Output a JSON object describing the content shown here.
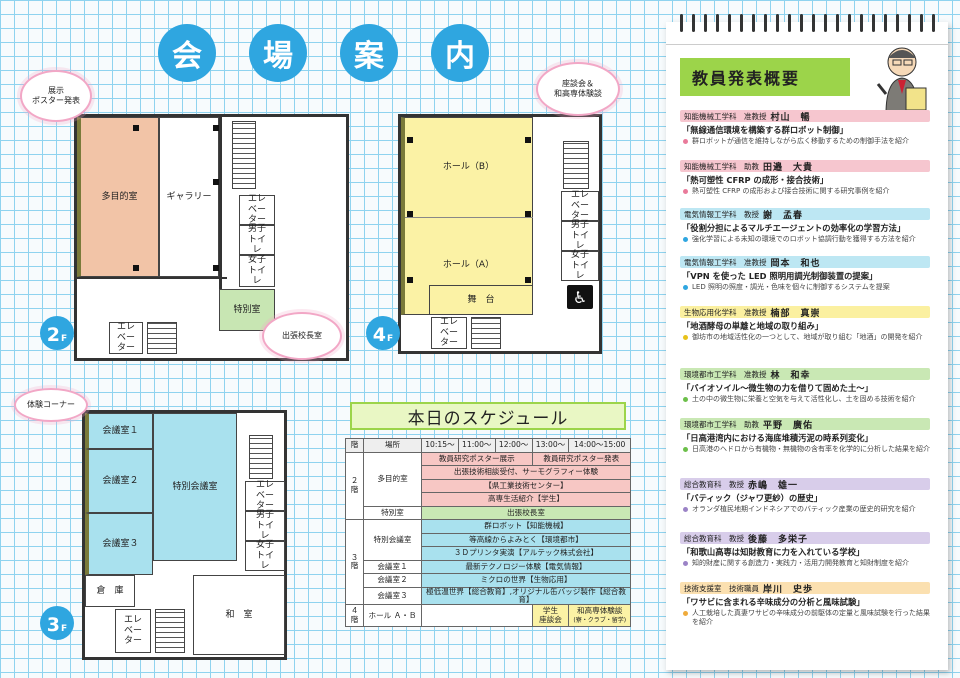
{
  "title_chars": [
    "会",
    "場",
    "案",
    "内"
  ],
  "floor2": {
    "badge_num": "2",
    "badge_suffix": "F",
    "cloud_left": "展示\nポスター発表",
    "cloud_right": "出張校長室",
    "rooms": {
      "tamokuteki": "多目的室",
      "gallery": "ギャラリー",
      "elevator": "エレベーター",
      "men_toilet": "男子トイレ",
      "women_toilet": "女子トイレ",
      "special": "特別室",
      "elevator2": "エレベーター"
    }
  },
  "floor4": {
    "badge_num": "4",
    "badge_suffix": "F",
    "cloud": "座談会＆\n和高専体験談",
    "rooms": {
      "hall_b": "ホール（B）",
      "hall_a": "ホール（A）",
      "stage": "舞　台",
      "elevator": "エレベーター",
      "men_toilet": "男子トイレ",
      "women_toilet": "女子トイレ",
      "elevator2": "エレベーター"
    }
  },
  "floor3": {
    "badge_num": "3",
    "badge_suffix": "F",
    "cloud": "体験コーナー",
    "rooms": {
      "kaigi1": "会議室１",
      "kaigi2": "会議室２",
      "kaigi3": "会議室３",
      "tokubetsu_kaigi": "特別会議室",
      "elevator": "エレベーター",
      "men_toilet": "男子トイレ",
      "women_toilet": "女子トイレ",
      "souko": "倉　庫",
      "washitsu": "和　室",
      "elevator2": "エレベーター"
    }
  },
  "schedule": {
    "title": "本日のスケジュール",
    "header": {
      "floor": "階",
      "place": "場所",
      "t1": "10:15～",
      "t2": "11:00～",
      "t3": "12:00～",
      "t4": "13:00～",
      "t5": "14:00～15:00"
    },
    "floor2_label": "２\n階",
    "floor3_label": "３\n階",
    "floor4_label": "４\n階",
    "rows": {
      "tamokuteki": "多目的室",
      "tamokuteki_e1a": "教員研究ポスター展示",
      "tamokuteki_e1b": "教員研究ポスター発表",
      "tamokuteki_e2": "出張技術相談受付、サーモグラフィー体験",
      "tamokuteki_e2b": "【県工業技術センター】",
      "tamokuteki_e3": "高専生活紹介【学生】",
      "tokubetsu": "特別室",
      "tokubetsu_e": "出張校長室",
      "tokubetsu_kaigi": "特別会議室",
      "tk_e1": "群ロボット【知能機械】",
      "tk_e2": "等高線からよみとく【環境都市】",
      "tk_e3": "３Ｄプリンタ実演【アルテック株式会社】",
      "kaigi1": "会議室１",
      "kaigi1_e": "最新テクノロジー体験【電気情報】",
      "kaigi2": "会議室２",
      "kaigi2_e": "ミクロの世界【生物応用】",
      "kaigi3": "会議室３",
      "kaigi3_e": "極低温世界【総合教育】,オリジナル缶バッジ製作【総合教育】",
      "hall": "ホール Ａ・Ｂ",
      "hall_e1": "学生\n座談会",
      "hall_e2": "和高専体験談",
      "hall_e2b": "(寮・クラブ・留学)"
    }
  },
  "summary": {
    "title": "教員発表概要",
    "entries": [
      {
        "dept": "知能機械工学科　准教授",
        "name": "村山　暢",
        "title": "「無線通信環境を構築する群ロボット制御」",
        "desc": "群ロボットが通信を維持しながら広く移動するための制御手法を紹介",
        "color": "#f6c6cf",
        "dot": "#e97a9a"
      },
      {
        "dept": "知能機械工学科　助教",
        "name": "田邉　大貴",
        "title": "「熱可塑性 CFRP の成形・接合技術」",
        "desc": "熱可塑性 CFRP の成形および接合技術に関する研究事例を紹介",
        "color": "#f6c6cf",
        "dot": "#e97a9a"
      },
      {
        "dept": "電気情報工学科　教授",
        "name": "謝　孟春",
        "title": "「役割分担によるマルチエージェントの効率化の学習方法」",
        "desc": "強化学習による未知の環境でのロボット協調行動を獲得する方法を紹介",
        "color": "#bde7f3",
        "dot": "#2fa6e0"
      },
      {
        "dept": "電気情報工学科　准教授",
        "name": "岡本　和也",
        "title": "「VPN を使った LED 照明用調光制御装置の提案」",
        "desc": "LED 照明の照度・調光・色味を個々に制御するシステムを提案",
        "color": "#bde7f3",
        "dot": "#2fa6e0"
      },
      {
        "dept": "生物応用化学科　准教授",
        "name": "楠部　真崇",
        "title": "「地酒酵母の単離と地域の取り組み」",
        "desc": "御坊市の地域活性化の一つとして、地域が取り組む「地酒」の開発を紹介",
        "color": "#fbf0a0",
        "dot": "#e8c21a"
      },
      {
        "dept": "環境都市工学科　准教授",
        "name": "林　和幸",
        "title": "「バイオソイル～微生物の力を借りて固めた土～」",
        "desc": "土の中の微生物に栄養と空気を与えて活性化し、土を固める技術を紹介",
        "color": "#c9e8b4",
        "dot": "#6cbf4a"
      },
      {
        "dept": "環境都市工学科　助教",
        "name": "平野　廣佑",
        "title": "「日高港湾内における海底堆積汚泥の時系列変化」",
        "desc": "日高港のヘドロから有機物・無機物の含有率を化学的に分析した結果を紹介",
        "color": "#c9e8b4",
        "dot": "#6cbf4a"
      },
      {
        "dept": "総合教育科　教授",
        "name": "赤嶋　雄一",
        "title": "「バティック（ジャワ更紗）の歴史」",
        "desc": "オランダ植民地期インドネシアでのバティック産業の歴史的研究を紹介",
        "color": "#d8cdea",
        "dot": "#9b83c6"
      },
      {
        "dept": "総合教育科　教授",
        "name": "後藤　多栄子",
        "title": "「和歌山高専は知財教育に力を入れている学校」",
        "desc": "知的財産に関する創造力・実践力・活用力開発教育と知財制度を紹介",
        "color": "#d8cdea",
        "dot": "#9b83c6"
      },
      {
        "dept": "技術支援室　技術職員",
        "name": "岸川　史歩",
        "title": "「ワサビに含まれる辛味成分の分析と風味試験」",
        "desc": "人工栽培した真妻ワサビの辛味成分の前駆体の定量と風味試験を行った結果を紹介",
        "color": "#fbe0b0",
        "dot": "#efab3c"
      }
    ]
  }
}
